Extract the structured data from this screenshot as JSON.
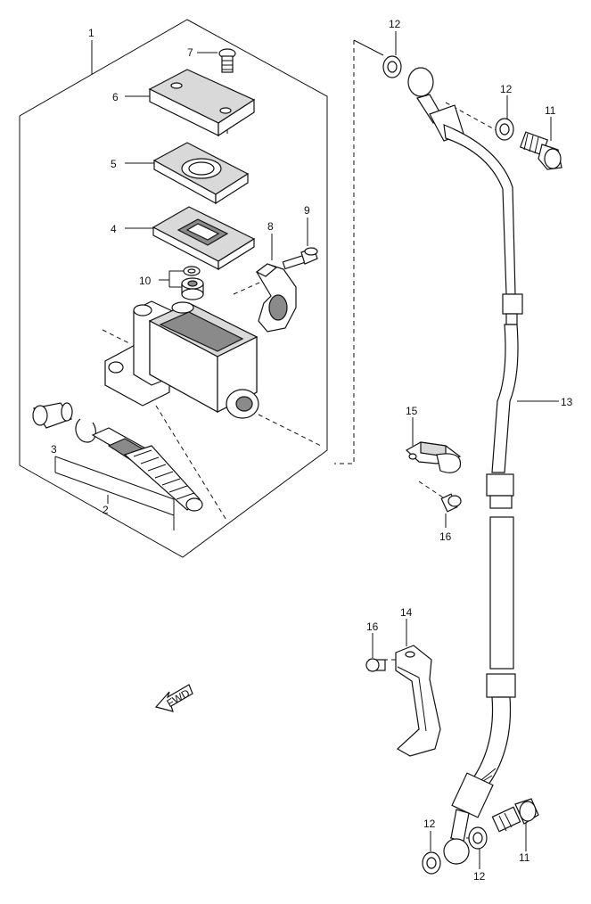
{
  "callouts": {
    "c1": "1",
    "c2": "2",
    "c3": "3",
    "c4": "4",
    "c5": "5",
    "c6": "6",
    "c7": "7",
    "c8": "8",
    "c9": "9",
    "c10": "10",
    "c11a": "11",
    "c11b": "11",
    "c12a": "12",
    "c12b": "12",
    "c12c": "12",
    "c12d": "12",
    "c13": "13",
    "c14": "14",
    "c15": "15",
    "c16a": "16",
    "c16b": "16"
  },
  "fwd_label": "FWD"
}
